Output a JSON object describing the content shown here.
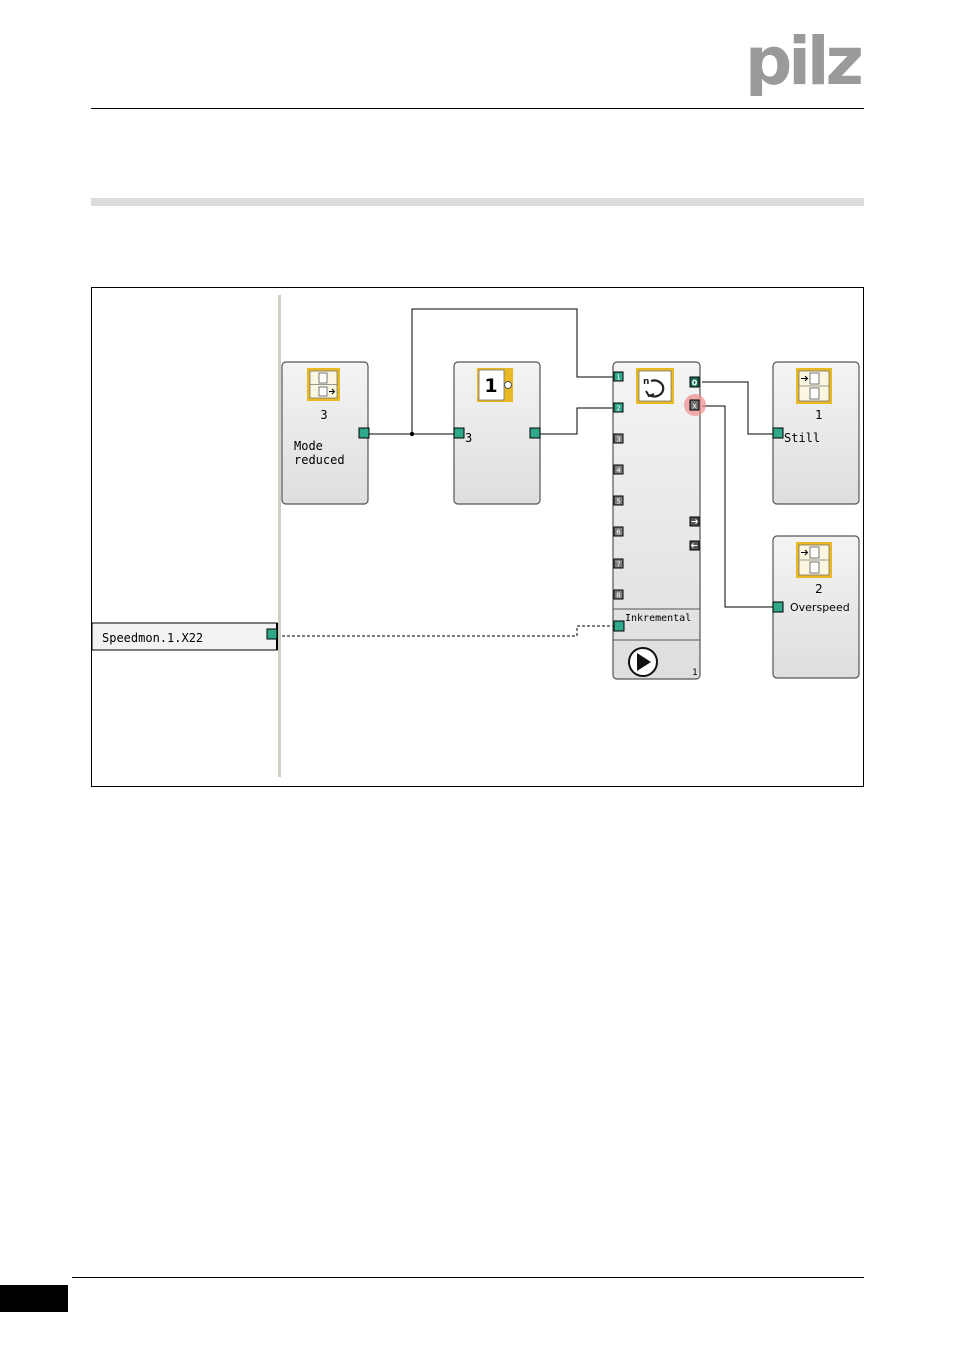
{
  "header": {
    "brand": "pilz"
  },
  "diagram": {
    "input_field": {
      "label": "Speedmon.1.X22"
    },
    "block_mode": {
      "number": "3",
      "line1": "Mode",
      "line2": "reduced"
    },
    "block_not": {
      "glyph": "1",
      "input_label": "3"
    },
    "block_speed": {
      "inputs": [
        "1",
        "2",
        "3",
        "4",
        "5",
        "6",
        "7",
        "8"
      ],
      "out_zero": "0",
      "out_x": "X",
      "inkremental": "Inkremental",
      "instance": "1"
    },
    "block_still": {
      "number": "1",
      "label": "Still"
    },
    "block_overspeed": {
      "number": "2",
      "label": "Overspeed"
    }
  }
}
